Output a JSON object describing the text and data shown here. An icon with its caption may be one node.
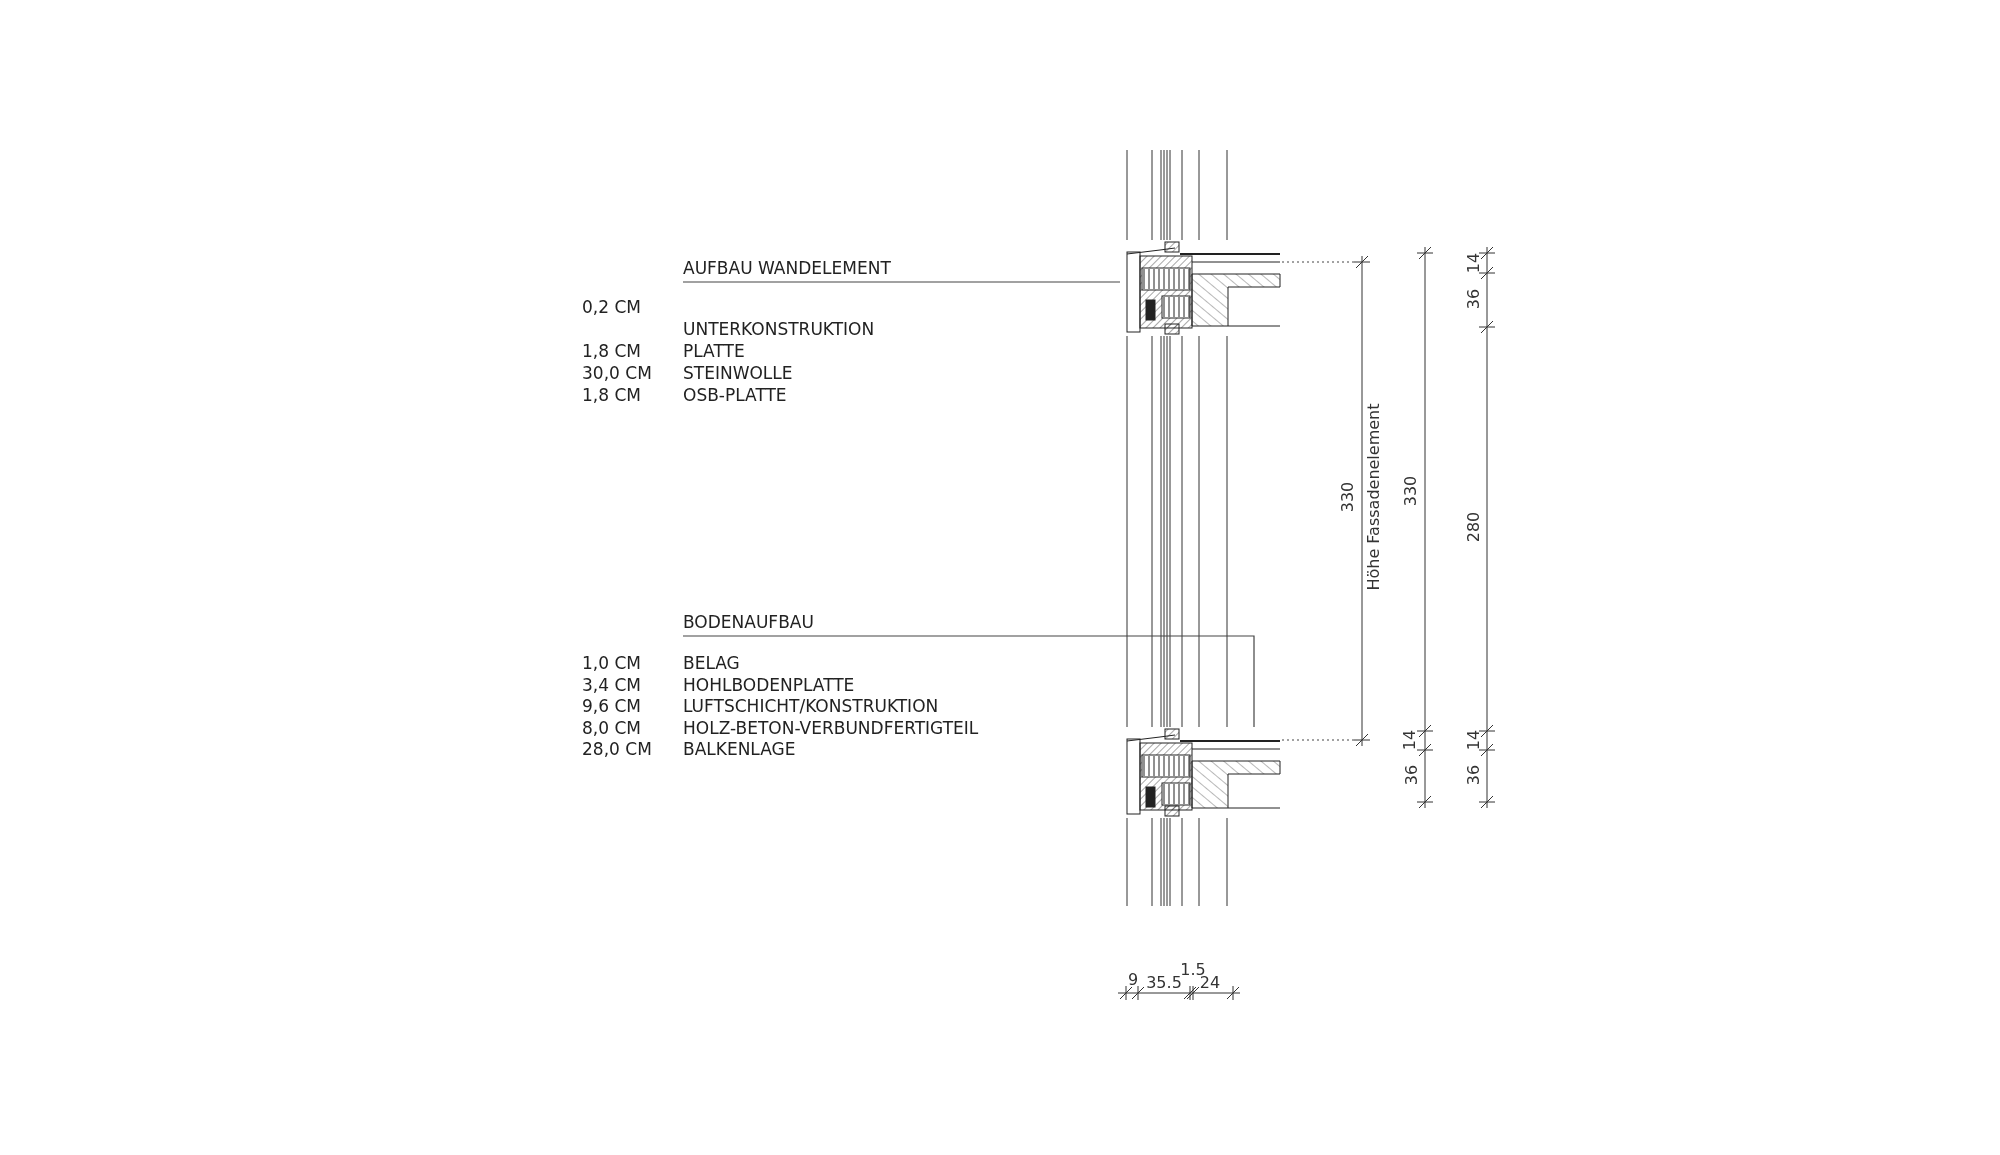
{
  "diagram": {
    "nodes": [
      {
        "text": [
          "AUFBAU WANDELEMENT"
        ]
      },
      {
        "text": [
          "BODENAUFBAU"
        ]
      },
      {
        "text": [],
        "shape": "picture"
      },
      {
        "text": [],
        "shape": "picture"
      }
    ],
    "edges": [
      {
        "from": 0,
        "to": 2,
        "arrow": "none"
      },
      {
        "from": 1,
        "to": 3,
        "arrow": "none"
      }
    ],
    "labels": [
      "0,2 CM",
      "UNTERKONSTRUKTION",
      "1,8 CM",
      "PLATTE",
      "30,0 CM",
      "STEINWOLLE",
      "1,8 CM",
      "OSB-PLATTE",
      "1,0 CM",
      "BELAG",
      "3,4 CM",
      "HOHLBODENPLATTE",
      "9,6 CM",
      "LUFTSCHICHT/KONSTRUKTION",
      "8,0 CM",
      "HOLZ-BETON-VERBUNDFERTIGTEIL",
      "28,0 CM",
      "BALKENLAGE",
      "14",
      "36",
      "330",
      "Höhe Fassadenelement",
      "330",
      "280",
      "14",
      "36",
      "14",
      "36",
      "1.5",
      "9",
      "35.5",
      "24"
    ]
  }
}
